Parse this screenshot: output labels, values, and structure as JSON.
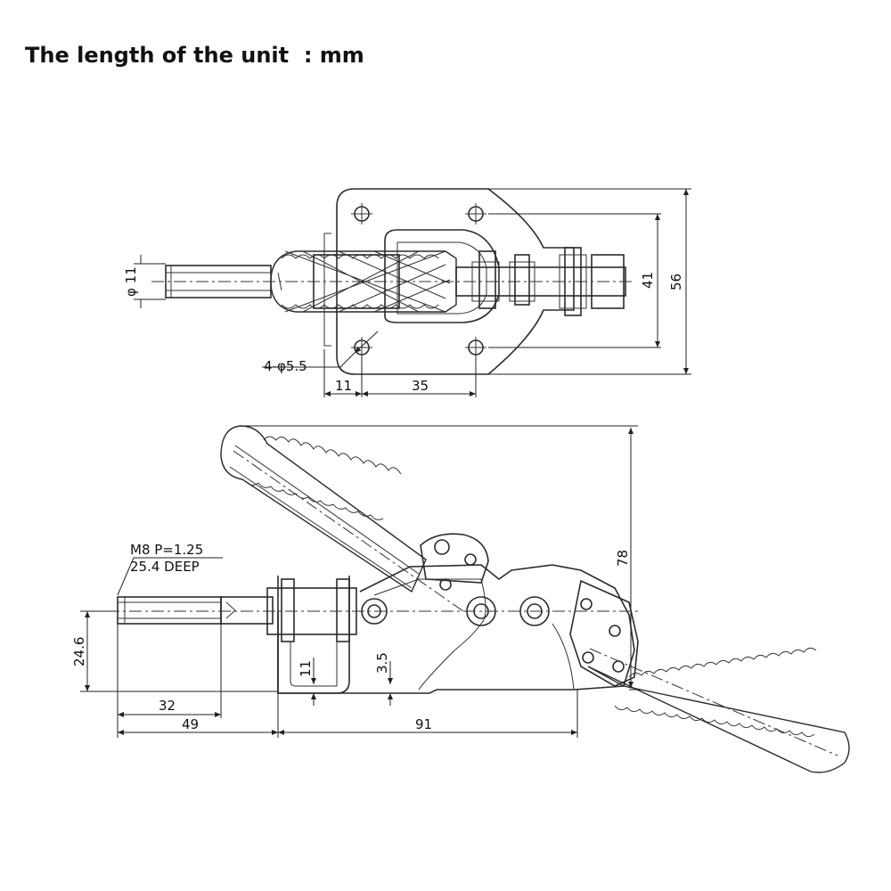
{
  "title": "The length of the unit  : mm",
  "top_view": {
    "dims": {
      "rod_dia": "φ 11",
      "hole_spacing_v": "41",
      "overall_height": "56",
      "holes": "4-φ5.5",
      "edge_offset": "11",
      "hole_spacing_h": "35"
    }
  },
  "side_view": {
    "thread_note_1": "M8 P=1.25",
    "thread_note_2": "25.4  DEEP",
    "dims": {
      "height": "78",
      "base_to_axis": "24.6",
      "rod_to_base": "11",
      "small_gap": "3.5",
      "thread_len": "32",
      "rod_len": "49",
      "base_len": "91"
    }
  }
}
